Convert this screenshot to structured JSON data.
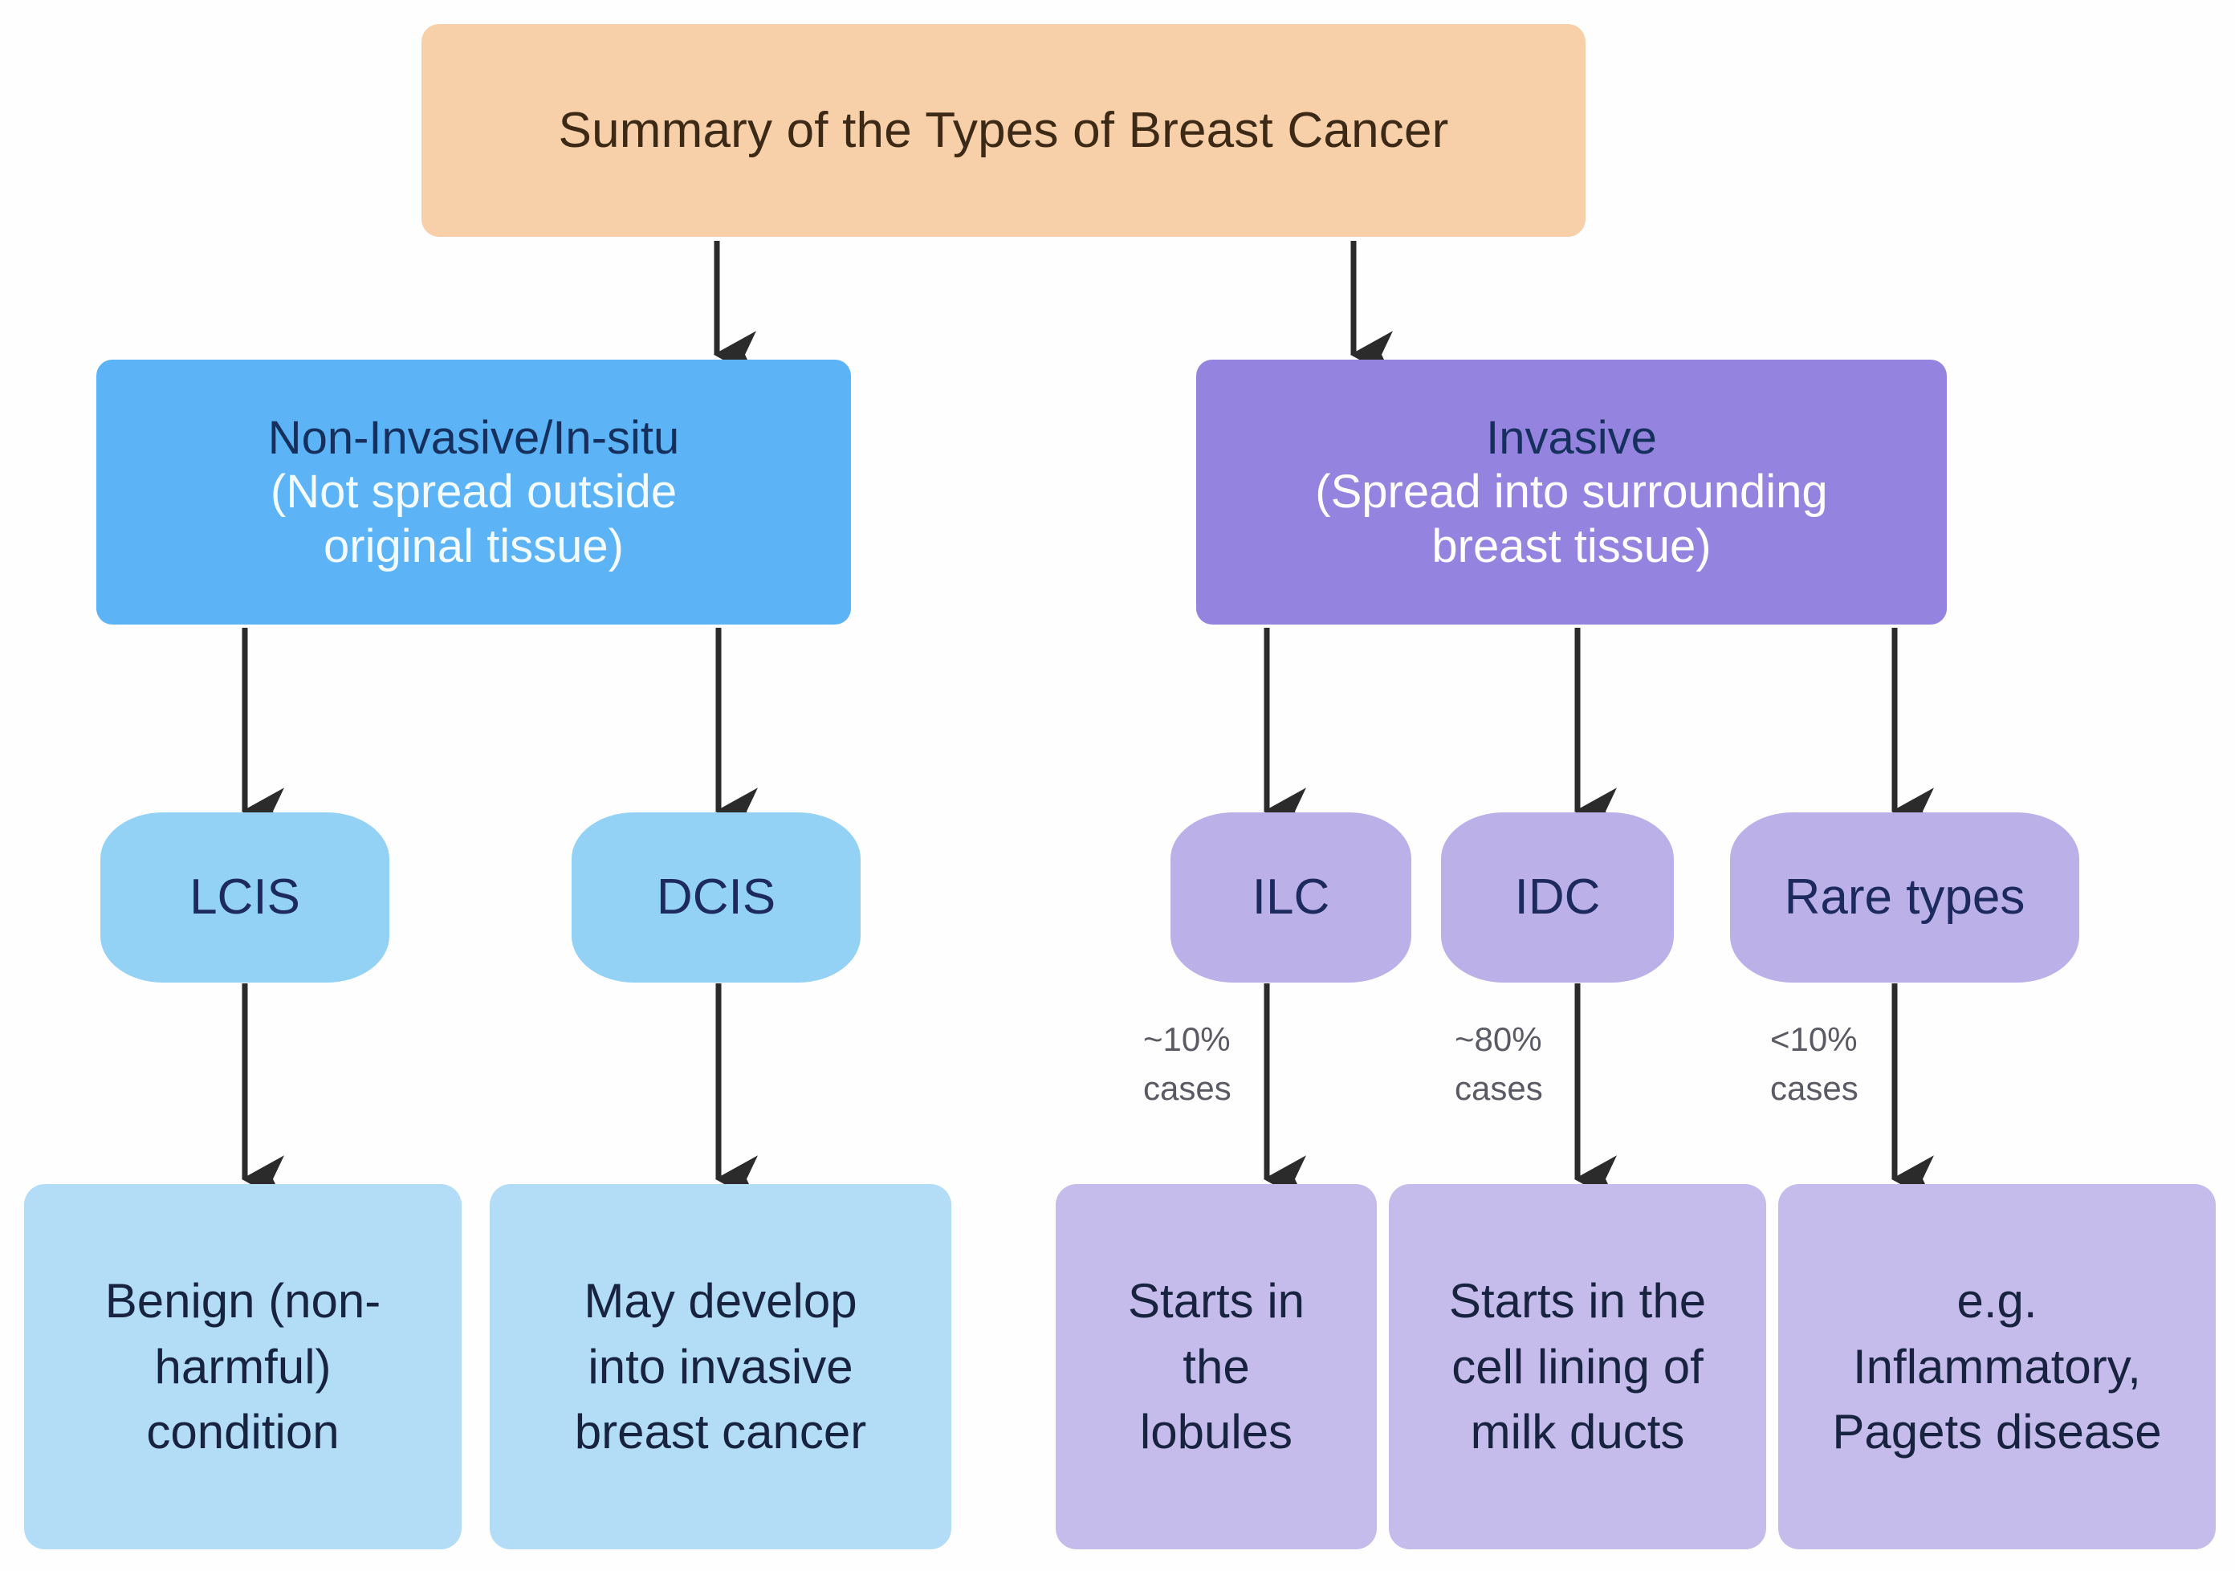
{
  "diagram": {
    "title": "Summary of the Types of Breast Cancer",
    "palette": {
      "title_fill": "#F7CFA8",
      "noninvasive_fill": "#5CB3F5",
      "invasive_fill": "#9584DF",
      "pill_blue_fill": "#94D2F5",
      "pill_purple_fill": "#BBB0E8",
      "leaf_blue_fill": "#B3DCF7",
      "leaf_purple_fill": "#C5BCEC",
      "arrow_color": "#2b2b2b"
    },
    "branches": {
      "noninvasive": {
        "head": "Non-Invasive/In-situ",
        "sub_line1": "(Not spread outside",
        "sub_line2": "original tissue)"
      },
      "invasive": {
        "head": "Invasive",
        "sub_line1": "(Spread into surrounding",
        "sub_line2": "breast tissue)"
      }
    },
    "types": {
      "lcis": "LCIS",
      "dcis": "DCIS",
      "ilc": "ILC",
      "idc": "IDC",
      "rare": "Rare types"
    },
    "edge_labels": {
      "ilc": "~10%\ncases",
      "idc": "~80%\ncases",
      "rare": "<10%\ncases"
    },
    "outcomes": {
      "lcis": {
        "line1": "Benign  (non-",
        "line2": "harmful)",
        "line3": "condition"
      },
      "dcis": {
        "line1": "May develop",
        "line2": "into invasive",
        "line3": "breast cancer"
      },
      "ilc": {
        "line1": "Starts in",
        "line2": "the",
        "line3": "lobules"
      },
      "idc": {
        "line1": "Starts in the",
        "line2": "cell lining of",
        "line3": "milk ducts"
      },
      "rare": {
        "line1": "e.g.",
        "line2": "Inflammatory,",
        "line3": "Pagets disease"
      }
    }
  }
}
